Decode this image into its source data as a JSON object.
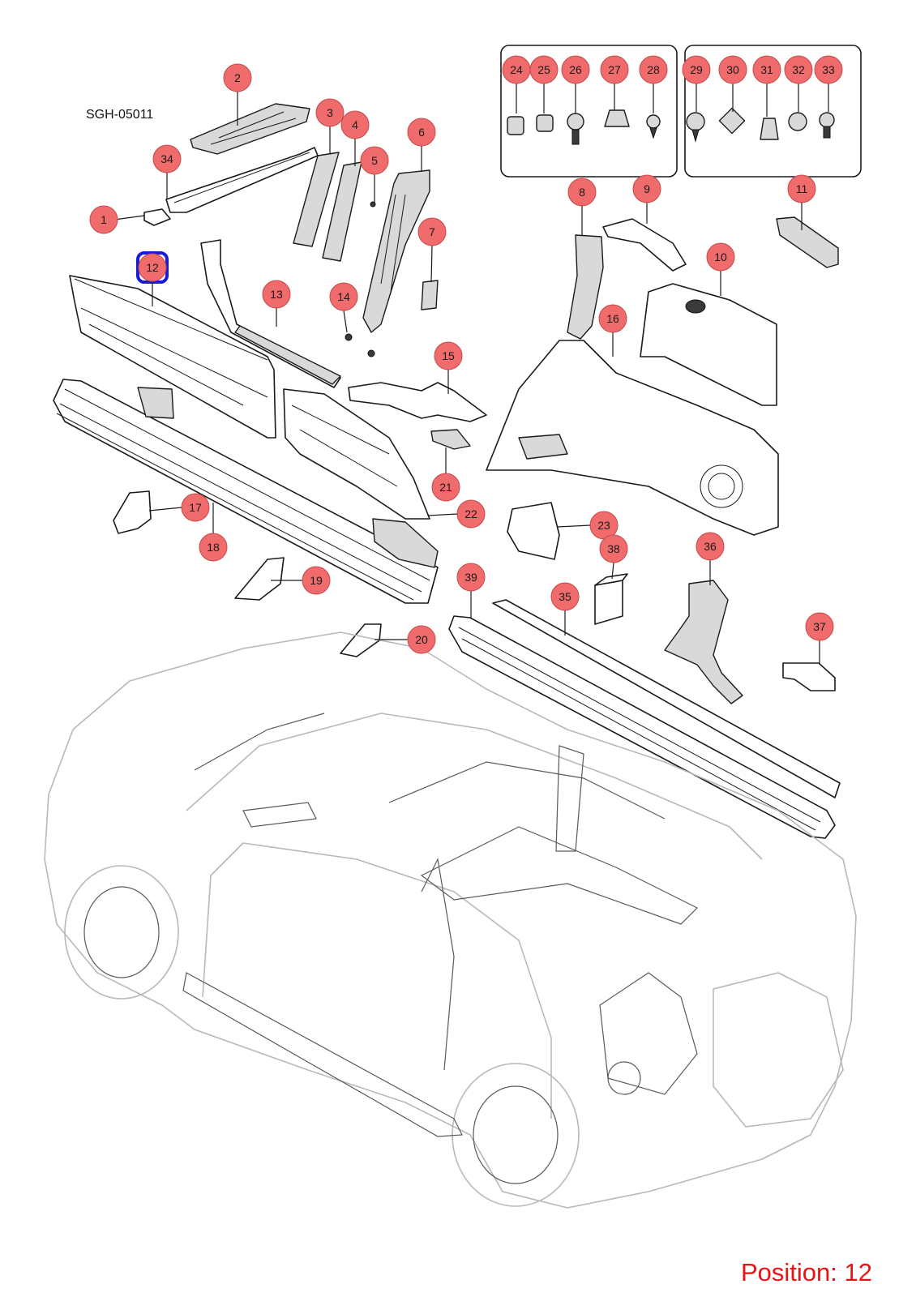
{
  "diagram_code": "SGH-05011",
  "position_label": "Position: 12",
  "selected_callout": "12",
  "callout_color": "#f06b6b",
  "highlight_color": "#1a1ad6",
  "callouts": [
    "1",
    "2",
    "3",
    "4",
    "5",
    "6",
    "7",
    "8",
    "9",
    "10",
    "11",
    "12",
    "13",
    "14",
    "15",
    "16",
    "17",
    "18",
    "19",
    "20",
    "21",
    "22",
    "23",
    "24",
    "25",
    "26",
    "27",
    "28",
    "29",
    "30",
    "31",
    "32",
    "33",
    "34",
    "35",
    "36",
    "37",
    "38",
    "39"
  ]
}
